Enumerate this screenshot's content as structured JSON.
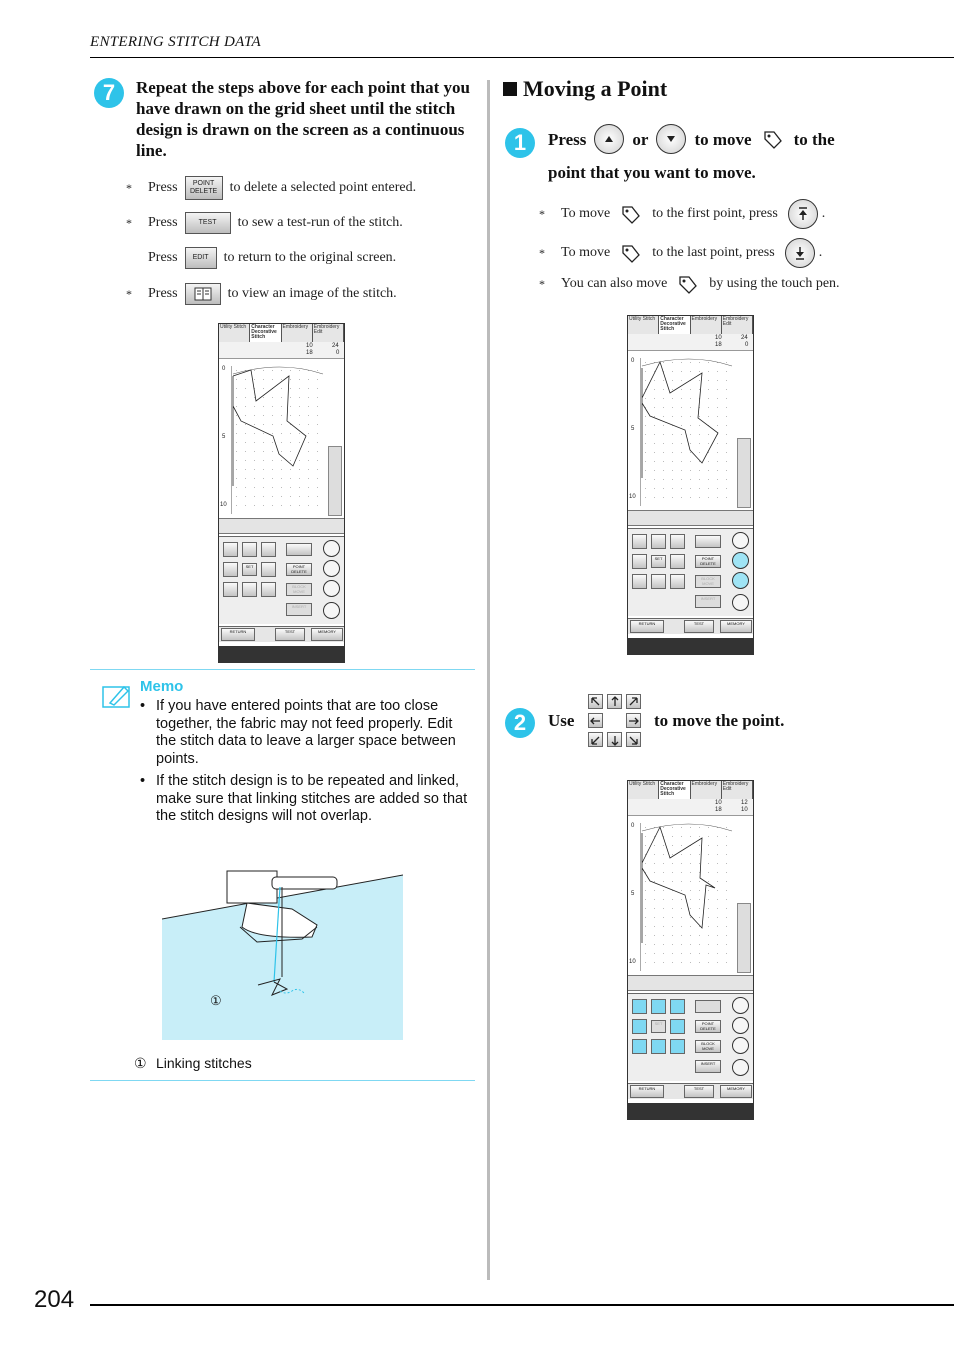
{
  "header": {
    "section": "ENTERING STITCH DATA"
  },
  "page_number": "204",
  "left": {
    "step7": {
      "badge": "7",
      "text": "Repeat the steps above for each point that you have drawn on the grid sheet until the stitch design is drawn on the screen as a continuous line."
    },
    "bullets": [
      {
        "star": "*",
        "pre": "Press",
        "button": "POINT DELETE",
        "post": "to delete a selected point entered."
      },
      {
        "star": "*",
        "pre": "Press",
        "button": "TEST",
        "post": "to sew a test-run of the stitch."
      },
      {
        "star": "",
        "pre": "Press",
        "button": "EDIT",
        "post": "to return to the original screen."
      },
      {
        "star": "*",
        "pre": "Press",
        "button": "image-icon",
        "post": "to view an image of the stitch."
      }
    ],
    "memo": {
      "title": "Memo",
      "items": [
        "If you have entered points that are too close together, the fabric may not feed properly. Edit the stitch data to leave a larger space between points.",
        "If the stitch design is to be repeated and linked, make sure that linking stitches are added so that the stitch designs will not overlap."
      ],
      "callout": "①",
      "caption_num": "①",
      "caption": "Linking stitches"
    }
  },
  "right": {
    "title": "Moving a Point",
    "step1": {
      "badge": "1",
      "press": "Press",
      "or": "or",
      "to_move": "to move",
      "to_the": "to the",
      "line2": "point that you want to move."
    },
    "bullets": [
      {
        "star": "*",
        "pre": "To move",
        "post": "to the first point, press",
        "end": "."
      },
      {
        "star": "*",
        "pre": "To move",
        "post": "to the last point, press",
        "end": "."
      },
      {
        "star": "*",
        "pre": "You can also move",
        "post": "by using the touch pen.",
        "end": ""
      }
    ],
    "step2": {
      "badge": "2",
      "use": "Use",
      "text": "to move the point."
    }
  },
  "screen": {
    "tabs": [
      "Utility Stitch",
      "Character Decorative Stitch",
      "Embroidery",
      "Embroidery Edit"
    ],
    "point_num": "10",
    "point_total": "18",
    "v_value": "24",
    "h_value": "0",
    "v_value_after": "12",
    "h_value_after": "10",
    "tick_0": "0",
    "tick_5": "5",
    "tick_10": "10",
    "set": "SET",
    "point_delete": "POINT DELETE",
    "block_move": "BLOCK MOVE",
    "insert": "INSERT",
    "return": "RETURN",
    "test": "TEST",
    "memory": "MEMORY"
  },
  "colors": {
    "accent": "#2ec3e9",
    "highlight": "#7fd8f2",
    "illustration_bg": "#c8eef8"
  }
}
